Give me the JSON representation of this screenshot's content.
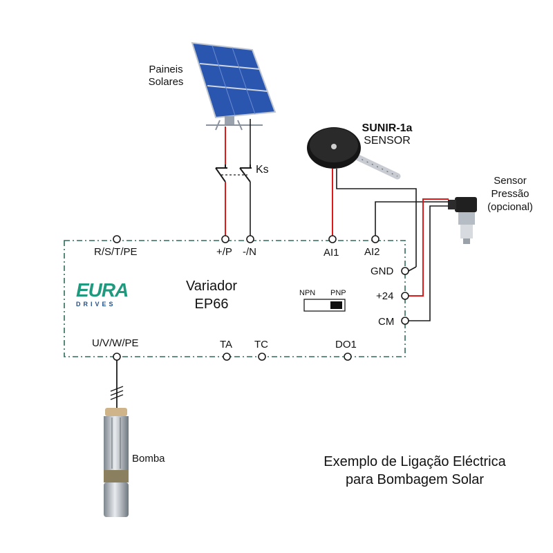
{
  "labels": {
    "solar_panels_line1": "Paineis",
    "solar_panels_line2": "Solares",
    "sensor_name": "SUNIR-1a",
    "sensor_sub": "SENSOR",
    "pressure_line1": "Sensor",
    "pressure_line2": "Pressão",
    "pressure_line3": "(opcional)",
    "switch": "Ks",
    "pump": "Bomba"
  },
  "drive": {
    "title_line1": "Variador",
    "title_line2": "EP66",
    "brand_main": "EURA",
    "brand_sub": "DRIVES"
  },
  "terminals": {
    "rst": "R/S/T/PE",
    "plus_p": "+/P",
    "minus_n": "-/N",
    "ai1": "AI1",
    "ai2": "AI2",
    "gnd": "GND",
    "plus24": "+24",
    "cm": "CM",
    "uvw": "U/V/W/PE",
    "ta": "TA",
    "tc": "TC",
    "do1": "DO1"
  },
  "dip": {
    "npn": "NPN",
    "pnp": "PNP"
  },
  "caption": {
    "line1": "Exemplo de Ligação Eléctrica",
    "line2": "para Bombagem Solar"
  },
  "colors": {
    "red_wire": "#e01818",
    "wire": "#1a1a1a",
    "brand_green": "#1f9a7e",
    "brand_blue": "#1d4f8f",
    "panel_blue": "#2a56b0",
    "box_border": "#2f6a5a"
  }
}
